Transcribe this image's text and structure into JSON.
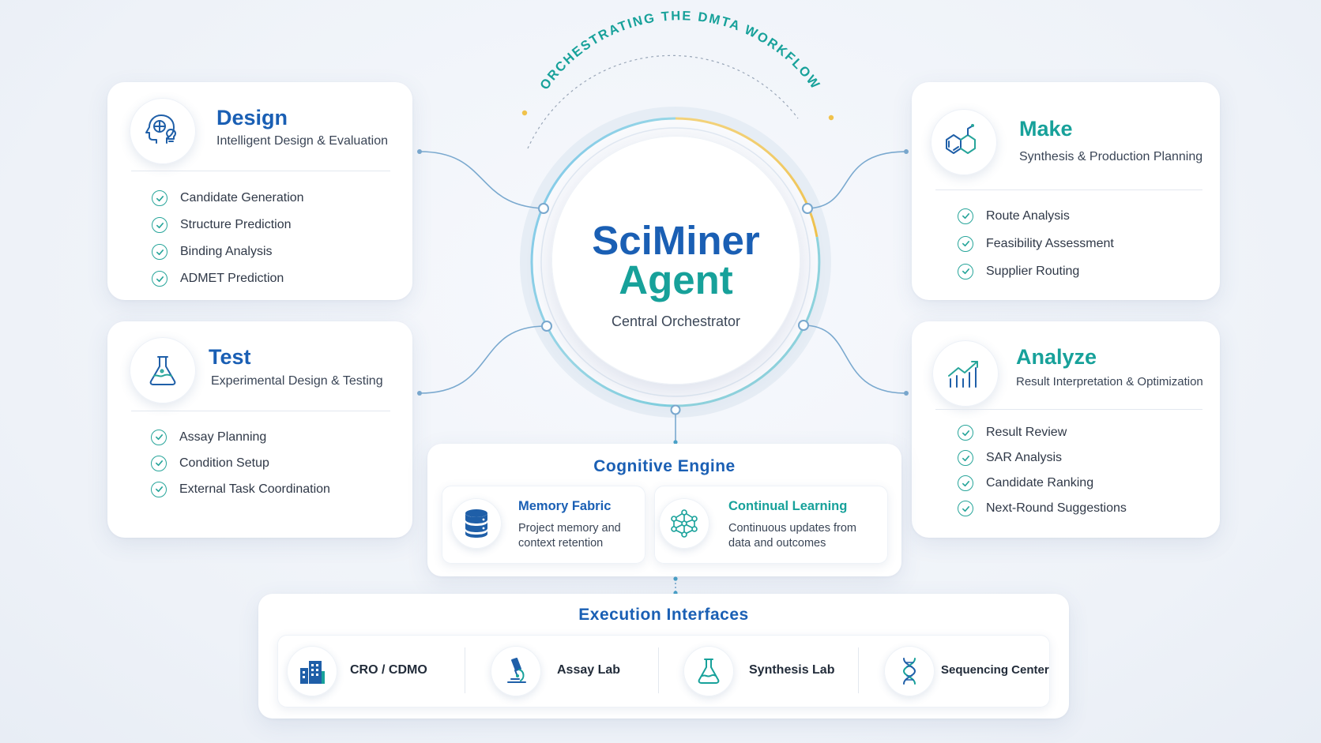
{
  "header": {
    "arc_text": "ORCHESTRATING THE DMTA WORKFLOW"
  },
  "center": {
    "title_line1": "SciMiner",
    "title_line2": "Agent",
    "subtitle": "Central Orchestrator"
  },
  "phases": {
    "design": {
      "title": "Design",
      "subtitle": "Intelligent Design & Evaluation",
      "icon": "brain-head-lightbulb-icon",
      "items": [
        "Candidate Generation",
        "Structure Prediction",
        "Binding Analysis",
        "ADMET Prediction"
      ]
    },
    "make": {
      "title": "Make",
      "subtitle": "Synthesis & Production Planning",
      "icon": "molecule-icon",
      "items": [
        "Route Analysis",
        "Feasibility Assessment",
        "Supplier Routing"
      ]
    },
    "test": {
      "title": "Test",
      "subtitle": "Experimental Design & Testing",
      "icon": "flask-icon",
      "items": [
        "Assay Planning",
        "Condition Setup",
        "External Task Coordination"
      ]
    },
    "analyze": {
      "title": "Analyze",
      "subtitle": "Result Interpretation & Optimization",
      "icon": "chart-trend-icon",
      "items": [
        "Result Review",
        "SAR Analysis",
        "Candidate Ranking",
        "Next-Round Suggestions"
      ]
    }
  },
  "cognitive_engine": {
    "title": "Cognitive Engine",
    "modules": [
      {
        "title": "Memory Fabric",
        "desc": "Project memory and context retention",
        "icon": "database-icon"
      },
      {
        "title": "Continual Learning",
        "desc": "Continuous updates from data and outcomes",
        "icon": "network-icon"
      }
    ]
  },
  "execution_interfaces": {
    "title": "Execution Interfaces",
    "items": [
      {
        "label": "CRO / CDMO",
        "icon": "building-icon"
      },
      {
        "label": "Assay Lab",
        "icon": "microscope-icon"
      },
      {
        "label": "Synthesis Lab",
        "icon": "flask-icon"
      },
      {
        "label": "Sequencing Center",
        "icon": "dna-icon"
      }
    ]
  },
  "colors": {
    "blue": "#1a5fb4",
    "teal": "#17a19a",
    "gold": "#f0c24b",
    "navy_text": "#2a3342"
  }
}
